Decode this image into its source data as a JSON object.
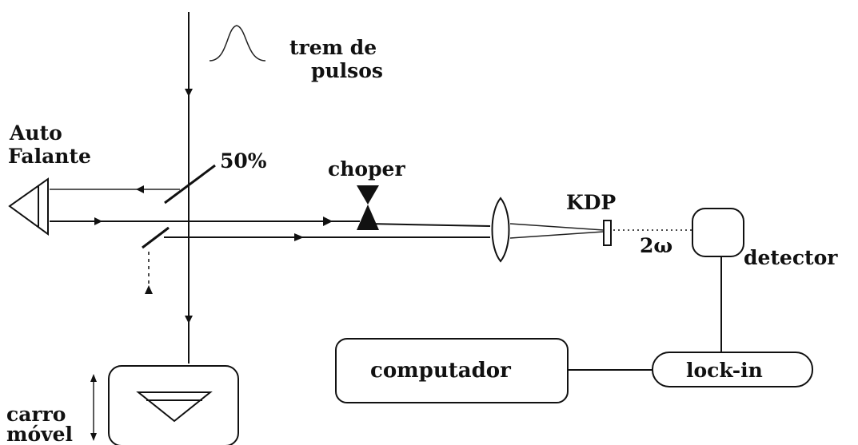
{
  "labels": {
    "pulse_train_line1": "trem de",
    "pulse_train_line2": "pulsos",
    "speaker_line1": "Auto",
    "speaker_line2": "Falante",
    "beamsplitter": "50%",
    "chopper": "choper",
    "crystal": "KDP",
    "second_harmonic": "2ω",
    "detector": "detector",
    "lockin": "lock-in",
    "computer": "computador",
    "cart_line1": "carro",
    "cart_line2": "móvel"
  }
}
